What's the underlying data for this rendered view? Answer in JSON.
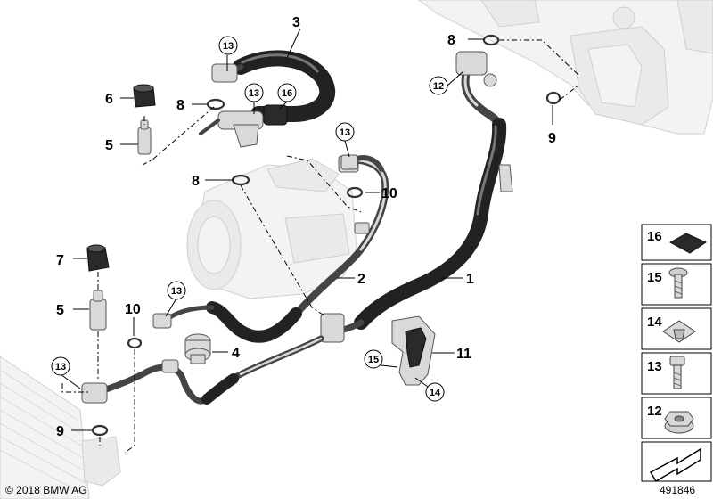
{
  "diagram": {
    "copyright": "© 2018 BMW AG",
    "diagram_id": "491846",
    "callouts": {
      "c1": "1",
      "c2": "2",
      "c3": "3",
      "c4": "4",
      "c5a": "5",
      "c5b": "5",
      "c6": "6",
      "c7": "7",
      "c8a": "8",
      "c8b": "8",
      "c8c": "8",
      "c9a": "9",
      "c9b": "9",
      "c10a": "10",
      "c10b": "10",
      "c11": "11"
    },
    "circled": {
      "k13a": "13",
      "k13b": "13",
      "k13c": "13",
      "k13d": "13",
      "k13e": "13",
      "k16": "16",
      "k12": "12",
      "k15": "15",
      "k14": "14"
    },
    "legend": [
      "16",
      "15",
      "14",
      "13",
      "12"
    ]
  }
}
